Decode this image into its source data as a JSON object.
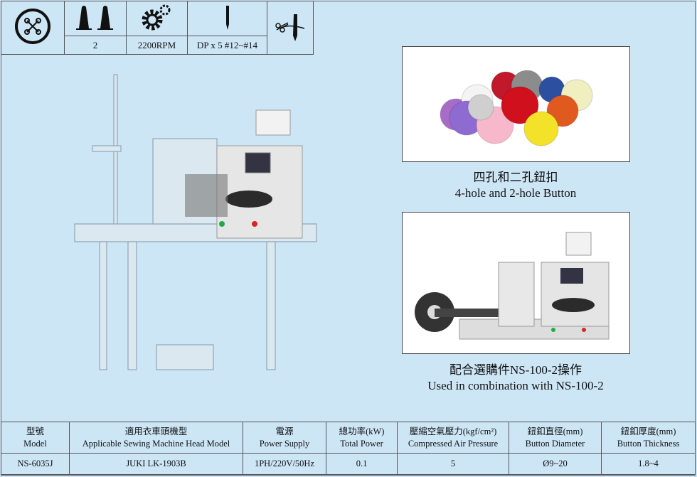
{
  "header": {
    "icons": [
      "button-4hole-icon",
      "thread-cones-icon",
      "gears-icon",
      "needle-icon",
      "thread-trimmer-icon"
    ],
    "threads": "2",
    "speed": "2200RPM",
    "needle": "DP x 5 #12~#14"
  },
  "captions": {
    "buttons_zh": "四孔和二孔鈕扣",
    "buttons_en": "4-hole and  2-hole Button",
    "combo_zh": "配合選購件NS-100-2操作",
    "combo_en": "Used in combination with NS-100-2"
  },
  "table": {
    "headers": [
      {
        "zh": "型號",
        "en": "Model"
      },
      {
        "zh": "適用衣車頭機型",
        "en": "Applicable Sewing Machine Head Model"
      },
      {
        "zh": "電源",
        "en": "Power Supply"
      },
      {
        "zh": "總功率(kW)",
        "en": "Total Power"
      },
      {
        "zh": "壓縮空氣壓力(kgf/cm²)",
        "en": "Compressed Air Pressure"
      },
      {
        "zh": "鈕釦直徑(mm)",
        "en": "Button Diameter"
      },
      {
        "zh": "鈕釦厚度(mm)",
        "en": "Button Thickness"
      }
    ],
    "row": [
      "NS-6035J",
      "JUKI LK-1903B",
      "1PH/220V/50Hz",
      "0.1",
      "5",
      "Ø9~20",
      "1.8~4"
    ]
  },
  "colors": {
    "background": "#cde6f6",
    "border": "#555555"
  }
}
